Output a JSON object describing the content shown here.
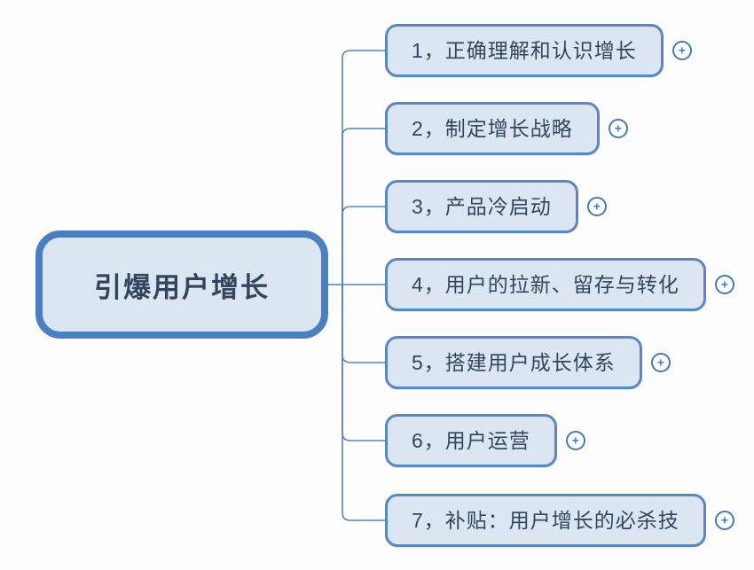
{
  "root": {
    "label": "引爆用户增长"
  },
  "branches": [
    {
      "label": "1，正确理解和认识增长"
    },
    {
      "label": "2，制定增长战略"
    },
    {
      "label": "3，产品冷启动"
    },
    {
      "label": "4，用户的拉新、留存与转化"
    },
    {
      "label": "5，搭建用户成长体系"
    },
    {
      "label": "6，用户运营"
    },
    {
      "label": "7，补贴：用户增长的必杀技"
    }
  ],
  "icons": {
    "expand_plus": "+"
  },
  "colors": {
    "background": "#fdfdfd",
    "node_fill": "#dce6f3",
    "branch_border": "#5b87c0",
    "root_border": "#4a7fc1",
    "connector_line": "#5a83b5",
    "text": "#31465e",
    "expand_icon": "#4a7ab5"
  }
}
